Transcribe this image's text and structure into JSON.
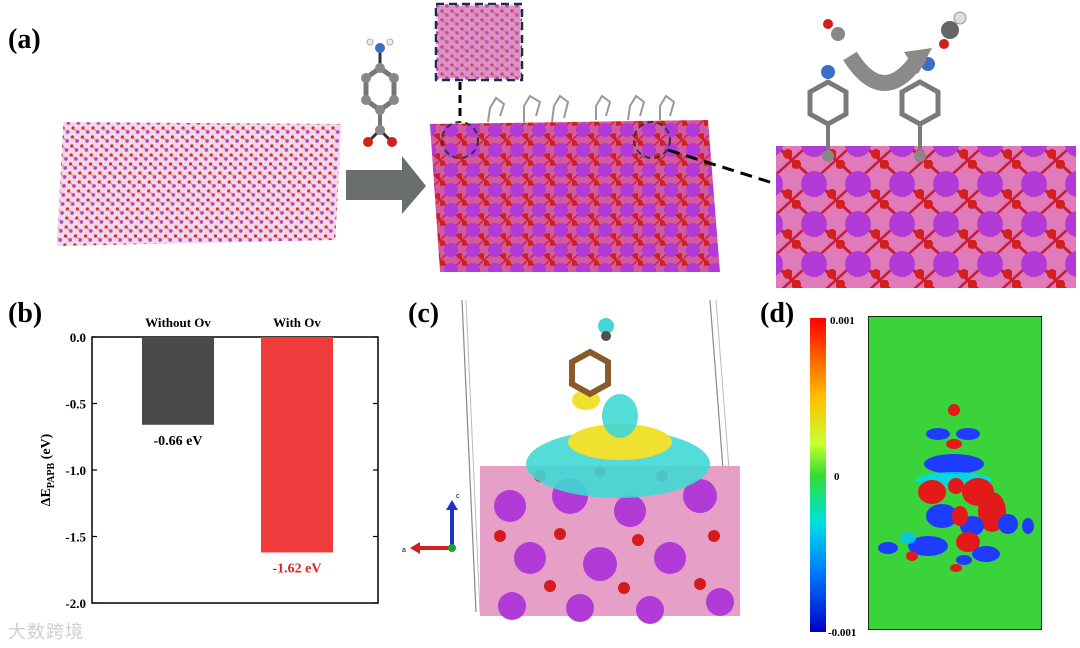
{
  "panels": {
    "a": "(a)",
    "b": "(b)",
    "c": "(c)",
    "d": "(d)"
  },
  "chart_data": {
    "type": "bar",
    "categories": [
      "Without Ov",
      "With Ov"
    ],
    "values": [
      -0.66,
      -1.62
    ],
    "value_labels": [
      "-0.66 eV",
      "-1.62 eV"
    ],
    "colors": [
      "#4a4a4a",
      "#ef3b3b"
    ],
    "ylabel_main": "ΔE",
    "ylabel_sub": "PAPB",
    "ylabel_unit": " (eV)",
    "ylim": [
      -2.0,
      0.0
    ],
    "yticks": [
      "0.0",
      "-0.5",
      "-1.0",
      "-1.5",
      "-2.0"
    ],
    "ytick_values": [
      0.0,
      -0.5,
      -1.0,
      -1.5,
      -2.0
    ]
  },
  "colorbar": {
    "max": "0.001",
    "mid": "0",
    "min": "-0.001"
  },
  "axes_c": {
    "c": "c",
    "a": "a"
  },
  "watermark": "大数跨境"
}
